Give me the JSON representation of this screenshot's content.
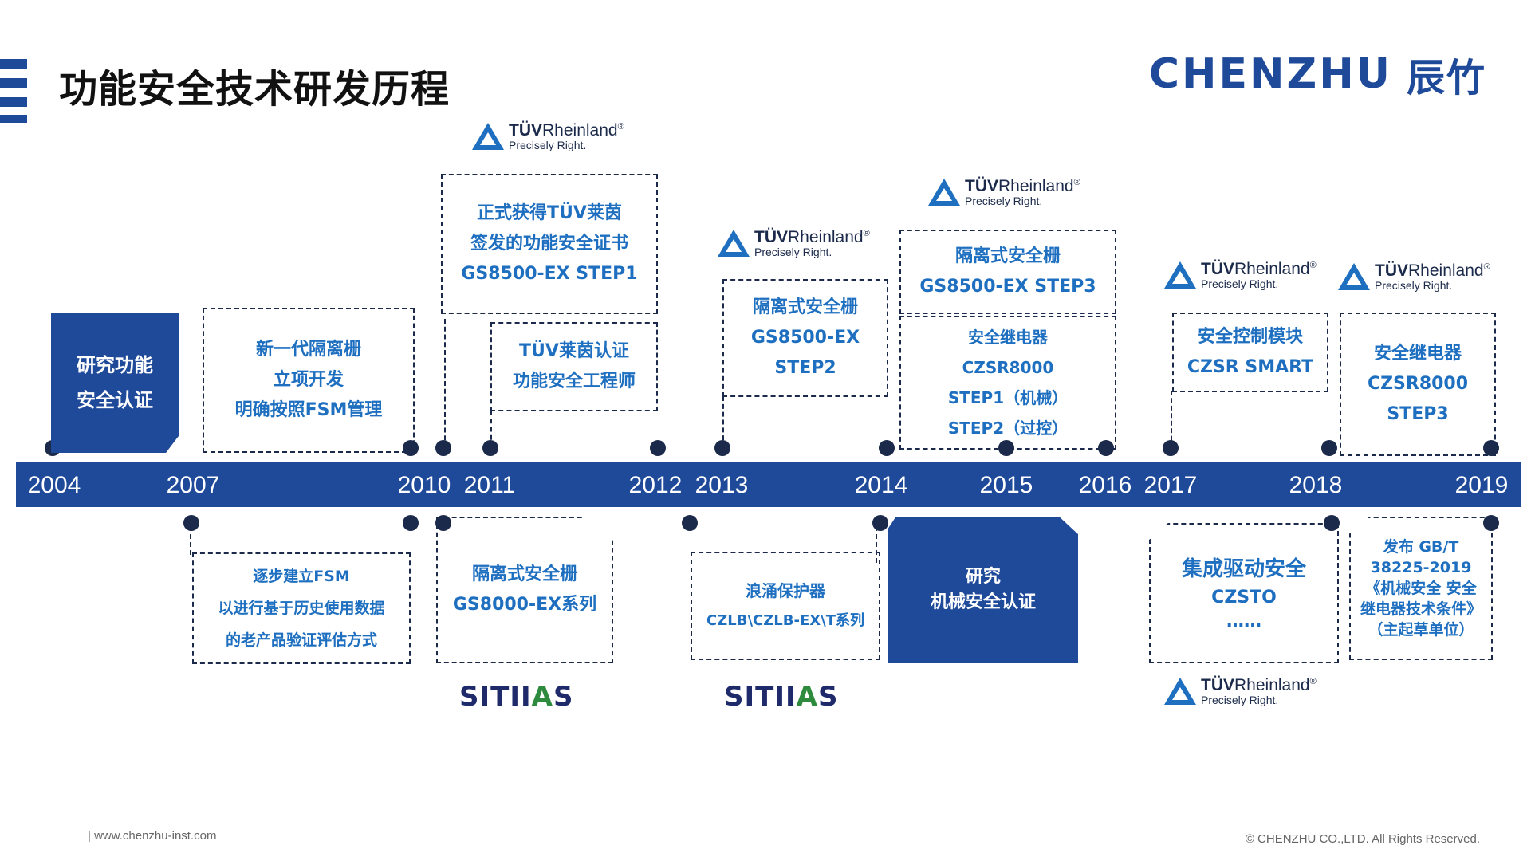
{
  "header": {
    "title": "功能安全技术研发历程",
    "logo_en": "CHENZHU",
    "logo_cn": "辰竹"
  },
  "timeline": {
    "years": [
      "2004",
      "2007",
      "2010",
      "2011",
      "2012",
      "2013",
      "2014",
      "2015",
      "2016",
      "2017",
      "2018",
      "2019"
    ]
  },
  "events_top": [
    {
      "id": "2004",
      "lines": [
        "研究功能",
        "安全认证"
      ]
    },
    {
      "id": "2007",
      "lines": [
        "新一代隔离栅",
        "立项开发",
        "明确按照FSM管理"
      ]
    },
    {
      "id": "2010",
      "lines": [
        "正式获得TÜV莱茵",
        "签发的功能安全证书",
        "GS8500-EX STEP1"
      ]
    },
    {
      "id": "2011",
      "lines": [
        "TÜV莱茵认证",
        "功能安全工程师"
      ]
    },
    {
      "id": "2013",
      "lines": [
        "隔离式安全栅",
        "GS8500-EX",
        "STEP2"
      ]
    },
    {
      "id": "2014a",
      "lines": [
        "隔离式安全栅",
        "GS8500-EX STEP3"
      ]
    },
    {
      "id": "2014b",
      "lines": [
        "安全继电器",
        "CZSR8000",
        "STEP1（机械）",
        "STEP2（过控）"
      ]
    },
    {
      "id": "2017",
      "lines": [
        "安全控制模块",
        "CZSR SMART"
      ]
    },
    {
      "id": "2018",
      "lines": [
        "安全继电器",
        "CZSR8000",
        "STEP3"
      ]
    }
  ],
  "events_bottom": [
    {
      "id": "2007b",
      "lines": [
        "逐步建立FSM",
        "以进行基于历史使用数据",
        "的老产品验证评估方式"
      ]
    },
    {
      "id": "2010b",
      "lines": [
        "隔离式安全栅",
        "GS8000-EX系列"
      ]
    },
    {
      "id": "2013b",
      "lines": [
        "浪涌保护器",
        "CZLB\\CZLB-EX\\T系列"
      ]
    },
    {
      "id": "2014c",
      "lines": [
        "研究",
        "机械安全认证"
      ]
    },
    {
      "id": "2017b",
      "lines": [
        "集成驱动安全",
        "CZSTO",
        "……"
      ]
    },
    {
      "id": "2018b",
      "lines": [
        "发布 GB/T",
        "38225-2019",
        "《机械安全 安全",
        "继电器技术条件》",
        "（主起草单位）"
      ]
    }
  ],
  "tuv": {
    "brand_bold": "TÜV",
    "brand_rest": "Rheinland",
    "reg": "®",
    "tagline": "Precisely Right."
  },
  "sitiias": {
    "part1": "SITII",
    "part2": "A",
    "part3": "S"
  },
  "footer": {
    "website": "| www.chenzhu-inst.com",
    "copyright": "© CHENZHU CO.,LTD. All Rights Reserved."
  },
  "colors": {
    "brand_blue": "#1f4a9a",
    "text_blue": "#1e6fc0",
    "dark": "#1b2a4a",
    "green": "#2e8b3d"
  }
}
